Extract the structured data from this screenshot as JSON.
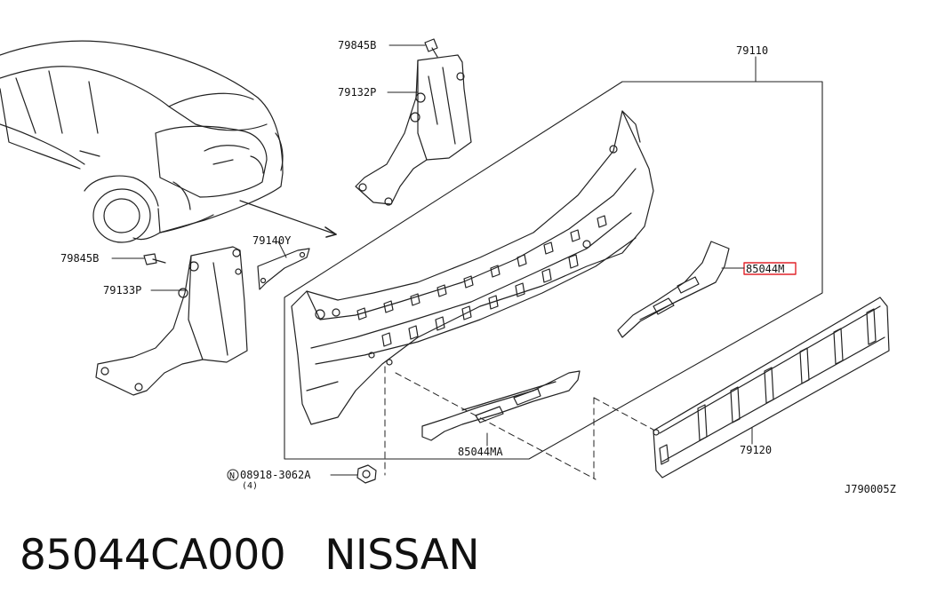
{
  "diagram": {
    "callouts": {
      "bolt_upper": "79845B",
      "bracket_upper": "79132P",
      "main_panel": "79110",
      "bracket_small": "79140Y",
      "bolt_lower": "79845B",
      "bracket_lower": "79133P",
      "highlighted_part": "85044M",
      "lower_member": "85044MA",
      "finisher": "79120",
      "nut_code": "08918-3062A",
      "nut_prefix": "N",
      "nut_qty": "(4)",
      "figure_code": "J790005Z"
    },
    "highlight_color": "#e0242a"
  },
  "caption": {
    "part_number": "85044CA000",
    "brand": "NISSAN"
  }
}
